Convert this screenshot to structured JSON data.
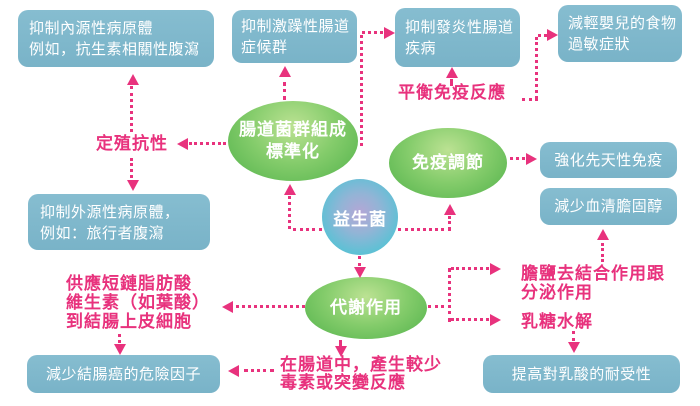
{
  "colors": {
    "accent_pink": "#e8327d",
    "box_blue": "#7db7cb",
    "ellipse_green_dark": "#52b24b",
    "ellipse_green_light": "#bce293",
    "circle_teal": "#5bbfd4",
    "circle_center_purple": "#b5a6d6",
    "text_on_shapes": "#ffffff"
  },
  "nodes": {
    "probiotics": "益生菌",
    "flora_normalization": "腸道菌群組成\n標準化",
    "immune_modulation": "免疫調節",
    "metabolic_action": "代謝作用",
    "box_endogenous": "抑制內源性病原體\n例如，抗生素相關性腹瀉",
    "box_ibs": "抑制激躁性腸道\n症候群",
    "box_ibd": "抑制發炎性腸道\n疾病",
    "box_infant_allergy": "減輕嬰兒的食物\n過敏症狀",
    "box_exogenous": "抑制外源性病原體，\n例如：旅行者腹瀉",
    "box_innate_immunity": "強化先天性免疫",
    "box_cholesterol": "減少血清膽固醇",
    "box_colon_cancer": "減少結腸癌的危險因子",
    "box_lactic_tolerance": "提高對乳酸的耐受性",
    "label_colonization_resistance": "定殖抗性",
    "label_balance_immune": "平衡免疫反應",
    "label_scfa": "供應短鏈脂肪酸\n維生素（如葉酸）\n到結腸上皮細胞",
    "label_bile_salt": "膽鹽去結合作用跟\n分泌作用",
    "label_lactose_hydrolysis": "乳糖水解",
    "label_gut_toxin": "在腸道中，產生較少\n毒素或突變反應"
  }
}
